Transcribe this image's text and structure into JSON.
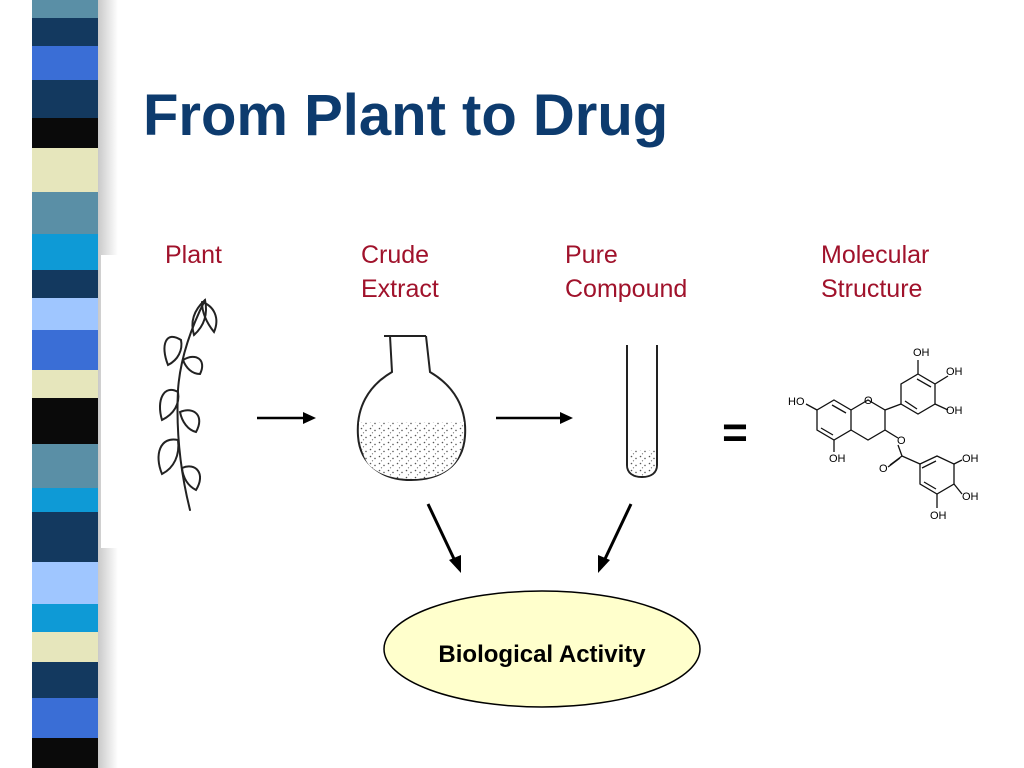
{
  "title": "From Plant to Drug",
  "stages": {
    "plant": [
      "Plant"
    ],
    "crude_extract": [
      "Crude",
      "Extract"
    ],
    "pure_compound": [
      "Pure",
      "Compound"
    ],
    "molecular_structure": [
      "Molecular",
      "Structure"
    ]
  },
  "equals_sign": "=",
  "result": "Biological Activity",
  "molecule_labels": {
    "oh_top": "OH",
    "oh_right1": "OH",
    "oh_right2": "OH",
    "ho_left": "HO",
    "ring_o": "O",
    "oh_bottom": "OH",
    "ester_o": "O",
    "carbonyl_o": "O",
    "oh_gallate1": "OH",
    "oh_gallate2": "OH",
    "oh_gallate3": "OH"
  },
  "colors": {
    "title": "#0d3b6e",
    "stage_label": "#a0122b",
    "ellipse_fill": "#ffffcc",
    "stripes": [
      "#5a8fa6",
      "#13395f",
      "#3a6ed6",
      "#0a0a0a",
      "#e6e6bc",
      "#0e9ad6",
      "#9fc6ff"
    ]
  },
  "icons": [
    "plant-sprig-icon",
    "round-flask-icon",
    "test-tube-icon",
    "molecule-structure-icon"
  ]
}
